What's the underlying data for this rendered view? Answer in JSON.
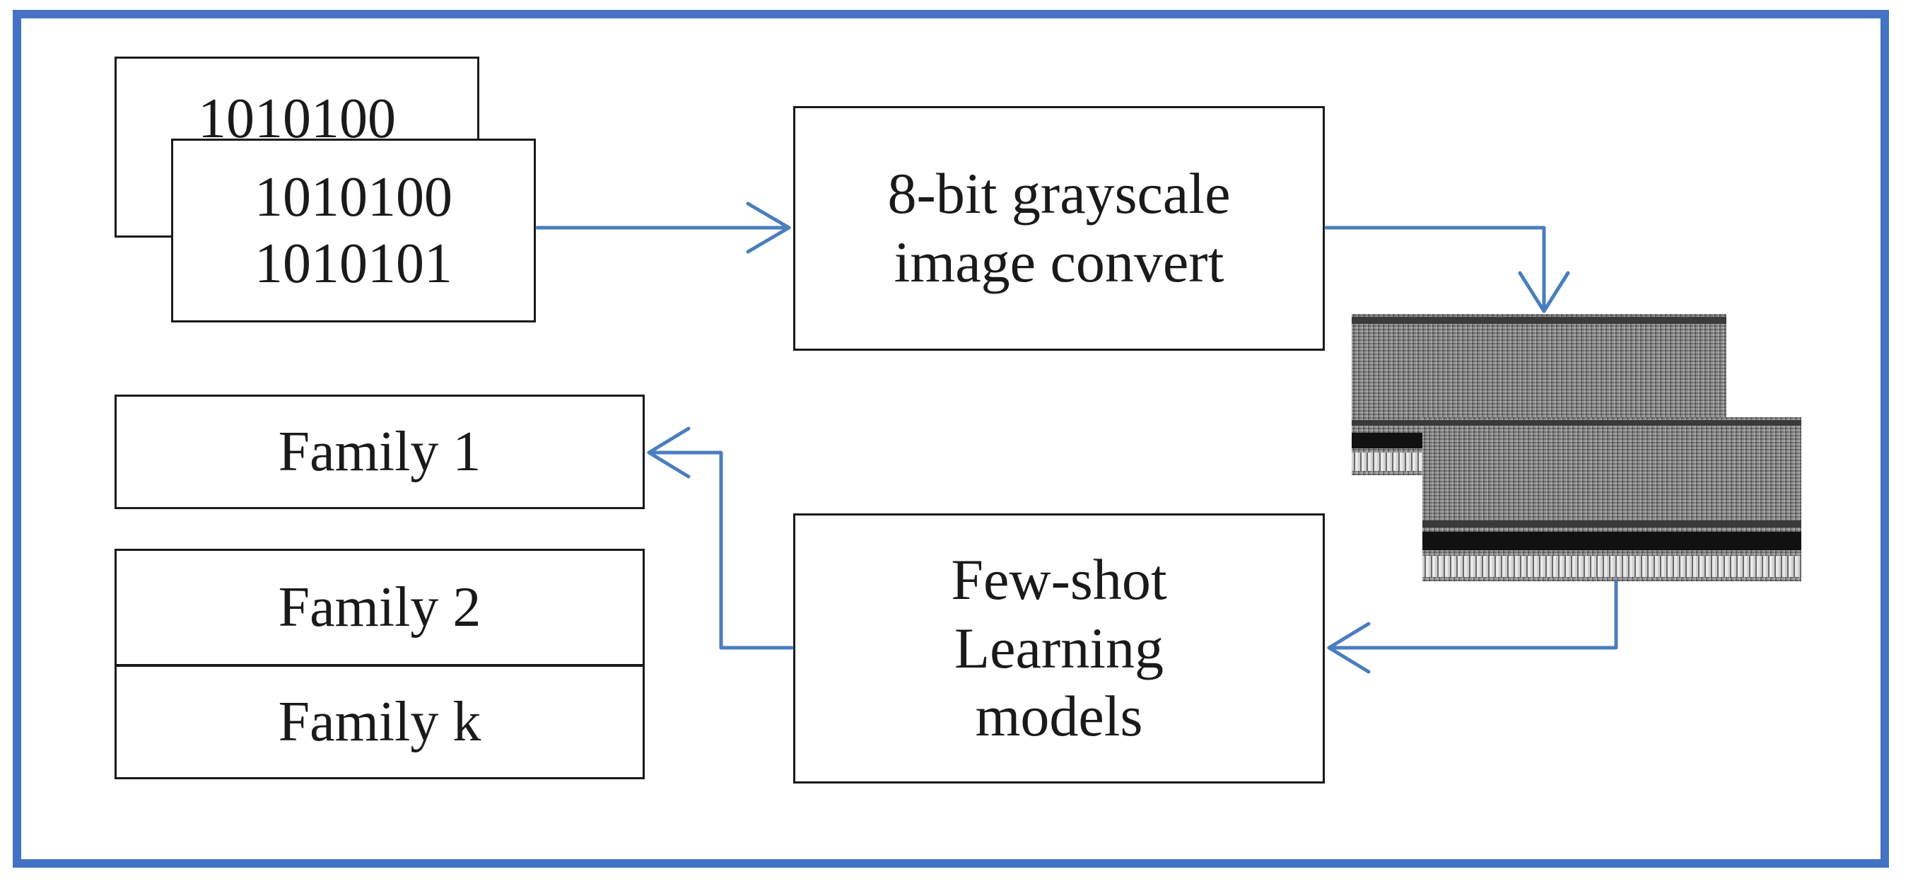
{
  "binary_files": {
    "back": {
      "lines": [
        "1010100"
      ]
    },
    "front": {
      "lines": [
        "1010100",
        "1010101"
      ]
    }
  },
  "grayscale_step": {
    "lines": [
      "8-bit grayscale",
      "image convert"
    ]
  },
  "fsl_step": {
    "lines": [
      "Few-shot",
      "Learning",
      "models"
    ]
  },
  "families": [
    "Family 1",
    "Family 2",
    "Family k"
  ],
  "colors": {
    "frame": "#4472c4",
    "arrow": "#4a7ebf",
    "box_border": "#1a1a1a"
  }
}
